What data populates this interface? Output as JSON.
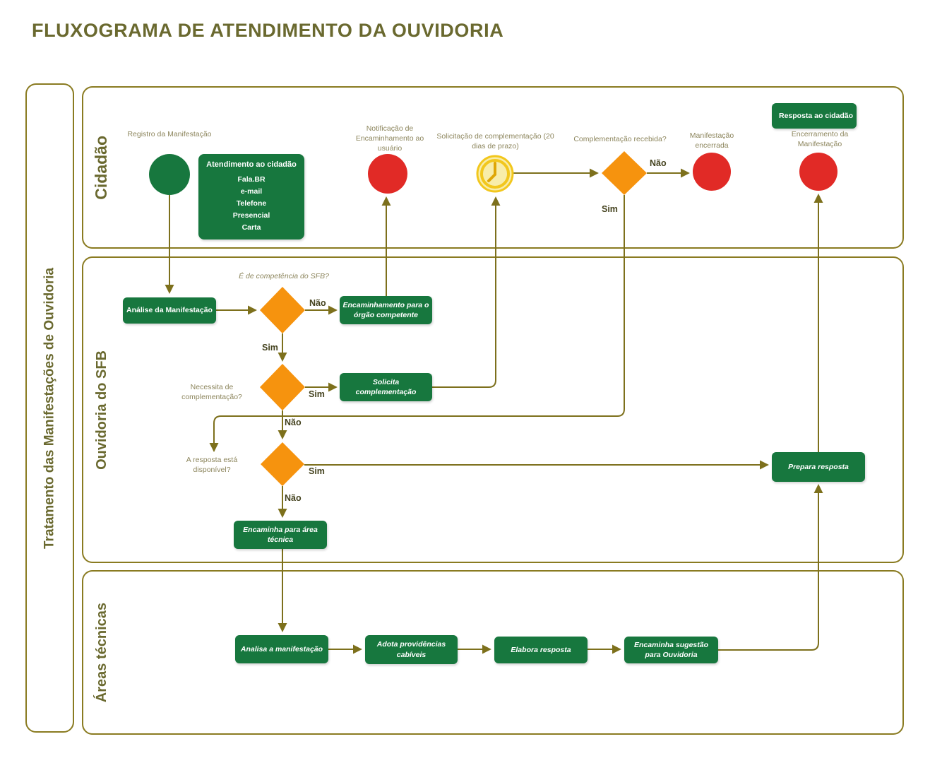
{
  "title": "FLUXOGRAMA DE ATENDIMENTO DA OUVIDORIA",
  "side_panel": "Tratamento das Manifestações de Ouvidoria",
  "edge_labels": {
    "sim": "Sim",
    "nao": "Não"
  },
  "lanes": {
    "cidadao": {
      "label": "Cidadão",
      "registro_label": "Registro da Manifestação",
      "atendimento": {
        "title": "Atendimento ao cidadão",
        "items": [
          "Fala.BR",
          "e-mail",
          "Telefone",
          "Presencial",
          "Carta"
        ]
      },
      "notificacao_label": "Notificação de Encaminhamento ao usuário",
      "solicitacao_label": "Solicitação de complementação (20 dias de prazo)",
      "complementacao_question": "Complementação recebida?",
      "manifestacao_encerrada_label": "Manifestação encerrada",
      "resposta_cidadao_box": "Resposta ao cidadão",
      "encerramento_label": "Encerramento da Manifestação"
    },
    "ouvidoria": {
      "label": "Ouvidoria do SFB",
      "analise_box": "Análise da Manifestação",
      "competencia_question": "É de competência do SFB?",
      "encaminhamento_orgao_box": "Encaminhamento para o órgão competente",
      "necessita_question": "Necessita de complementação?",
      "solicita_box": "Solicita complementação",
      "resposta_disponivel_question": "A resposta está disponível?",
      "prepara_box": "Prepara resposta",
      "encaminha_area_box": "Encaminha para área técnica"
    },
    "areas": {
      "label": "Áreas técnicas",
      "analisa_box": "Analisa a manifestação",
      "adota_box": "Adota providências cabíveis",
      "elabora_box": "Elabora resposta",
      "encaminha_sugestao_box": "Encaminha sugestão para Ouvidoria"
    }
  },
  "colors": {
    "green": "#17773E",
    "red": "#E12A26",
    "orange": "#F6930E",
    "line": "#7D701C",
    "border": "#8A7B21",
    "heading": "#6A692F",
    "label": "#8C855C",
    "gold": "#F2C71D",
    "goldLight": "#F8EDA9",
    "goldDark": "#DFA605",
    "edge": "#45431F"
  }
}
